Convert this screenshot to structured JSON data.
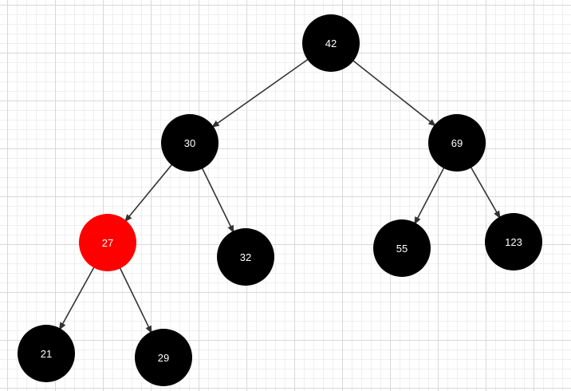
{
  "colors": {
    "black_node": "#000000",
    "red_node": "#ff0000",
    "edge": "#333333",
    "label": "#ffffff"
  },
  "tree": {
    "nodes": [
      {
        "id": "n42",
        "label": "42",
        "color": "black"
      },
      {
        "id": "n30",
        "label": "30",
        "color": "black"
      },
      {
        "id": "n69",
        "label": "69",
        "color": "black"
      },
      {
        "id": "n27",
        "label": "27",
        "color": "red"
      },
      {
        "id": "n32",
        "label": "32",
        "color": "black"
      },
      {
        "id": "n55",
        "label": "55",
        "color": "black"
      },
      {
        "id": "n123",
        "label": "123",
        "color": "black"
      },
      {
        "id": "n21",
        "label": "21",
        "color": "black"
      },
      {
        "id": "n29",
        "label": "29",
        "color": "black"
      }
    ],
    "edges": [
      {
        "from": "n42",
        "to": "n30"
      },
      {
        "from": "n42",
        "to": "n69"
      },
      {
        "from": "n30",
        "to": "n27"
      },
      {
        "from": "n30",
        "to": "n32"
      },
      {
        "from": "n69",
        "to": "n55"
      },
      {
        "from": "n69",
        "to": "n123"
      },
      {
        "from": "n27",
        "to": "n21"
      },
      {
        "from": "n27",
        "to": "n29"
      }
    ]
  }
}
